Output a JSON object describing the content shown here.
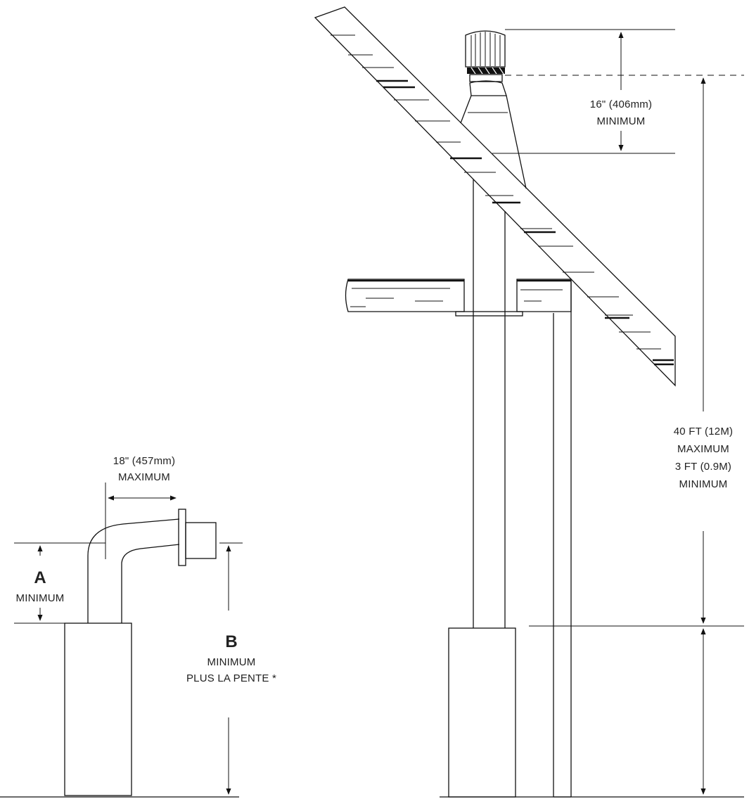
{
  "labels": {
    "cap_height_value": "16\" (406mm)",
    "cap_height_note": "MINIMUM",
    "total_height_line1": "40 FT (12M)",
    "total_height_line2": "MAXIMUM",
    "total_height_line3": "3 FT (0.9M)",
    "total_height_line4": "MINIMUM",
    "horizontal_value": "18\"  (457mm)",
    "horizontal_note": "MAXIMUM",
    "dim_a_letter": "A",
    "dim_a_note": "MINIMUM",
    "dim_b_letter": "B",
    "dim_b_line1": "MINIMUM",
    "dim_b_line2": "PLUS LA PENTE *"
  }
}
